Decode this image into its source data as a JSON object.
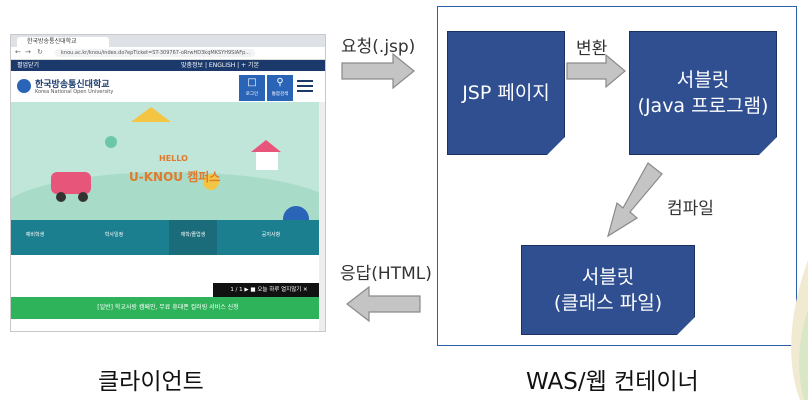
{
  "labels": {
    "request": "요청(.jsp)",
    "convert": "변환",
    "compile": "컴파일",
    "response": "응답(HTML)",
    "client": "클라이언트",
    "container": "WAS/웹 컨테이너"
  },
  "boxes": {
    "jsp": "JSP 페이지",
    "servlet_line1": "서블릿",
    "servlet_line2": "(Java 프로그램)",
    "class_line1": "서블릿",
    "class_line2": "(클래스 파일)"
  },
  "browser": {
    "tab_title": "한국방송통신대학교",
    "url": "knou.ac.kr/knou/index.do?epTicket=ST-309767-oRrwHD3kqMKSYH9SIAFp...",
    "topbar_left": "펼업닫기",
    "topbar_right": "맞춤정보 | ENGLISH | + 기본",
    "logo_text": "한국방송통신대학교",
    "logo_sub": "Korea National Open University",
    "login": "로그인",
    "search": "통합검색",
    "banner_title": "U-KNOU 캠퍼스",
    "banner_hello": "HELLO",
    "notice_button": "공지사항",
    "nav_items": [
      "예비학생",
      "학사일정",
      "재학/졸업생",
      "공지사항"
    ],
    "popup": "1 / 1 ▶ ■ 오늘 하루 열지않기 ✕",
    "notice_bar": "[일반] 학교사랑 캠페인, 무료 휴대폰 컬러링 서비스 신청"
  },
  "colors": {
    "box_fill": "#2f4f91",
    "arrow_fill": "#c4c4c4",
    "container_border": "#2b5fa8"
  }
}
